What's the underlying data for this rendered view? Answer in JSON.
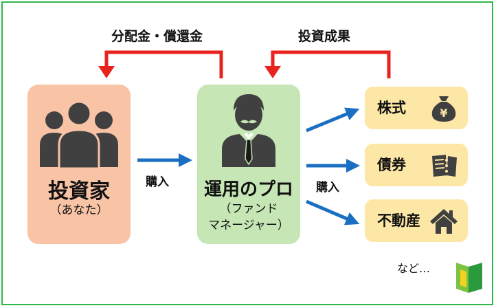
{
  "top_labels": {
    "distribution": "分配金・償還金",
    "returns": "投資成果"
  },
  "investor": {
    "title": "投資家",
    "subtitle": "（あなた）"
  },
  "professional": {
    "title": "運用のプロ",
    "subtitle_line1": "（ファンド",
    "subtitle_line2": "マネージャー）"
  },
  "flow_labels": {
    "purchase_left": "購入",
    "purchase_right": "購入"
  },
  "assets": [
    {
      "label": "株式",
      "icon": "money-bag-icon"
    },
    {
      "label": "債券",
      "icon": "bond-certificate-icon"
    },
    {
      "label": "不動産",
      "icon": "house-icon"
    }
  ],
  "etc_label": "など…",
  "colors": {
    "investor_fill": "#f9c3a6",
    "pro_fill": "#c6e6b5",
    "asset_fill": "#fde7a6",
    "blue_arrow": "#1a6fc2",
    "red_arrow": "#e8231e",
    "frame": "#2db84a"
  }
}
